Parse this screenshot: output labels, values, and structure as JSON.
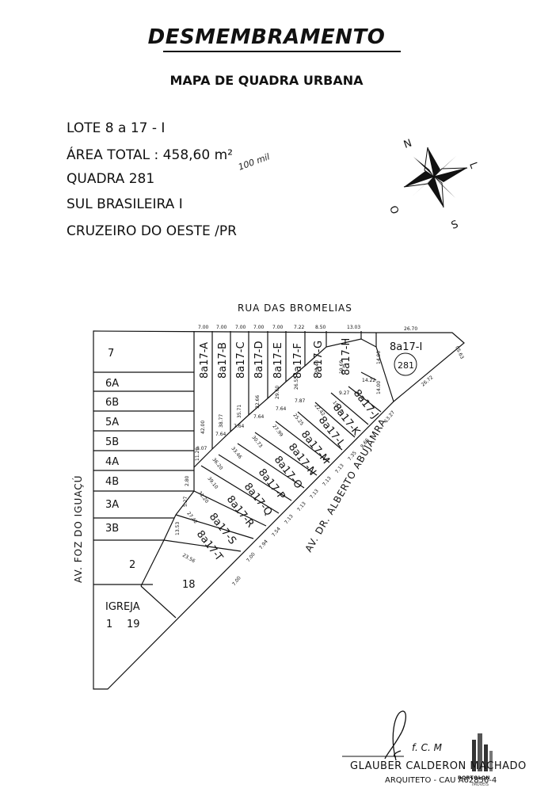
{
  "header": {
    "title": "DESMEMBRAMENTO",
    "subtitle": "MAPA DE QUADRA URBANA"
  },
  "info": {
    "lote": "LOTE  8  a 17 - I",
    "area": "ÁREA TOTAL :  458,60 m²",
    "quadra": "QUADRA 281",
    "bairro": "SUL BRASILEIRA I",
    "cidade": "CRUZEIRO DO OESTE /PR",
    "note": "100 mil"
  },
  "compass": {
    "n": "N",
    "l": "L",
    "s": "S",
    "o": "O"
  },
  "streets": {
    "top": "RUA DAS BROMELIAS",
    "left": "AV. FOZ DO IGUAÇÚ",
    "diagonal": "AV. DR. ALBERTO ABUJAMRA"
  },
  "lots_left": [
    "7",
    "6A",
    "6B",
    "5A",
    "5B",
    "4A",
    "4B",
    "3A",
    "3B",
    "2",
    "18"
  ],
  "igreja": {
    "label": "IGREJA",
    "n1": "1",
    "n2": "19"
  },
  "lots_vertical": [
    "8a17-A",
    "8a17-B",
    "8a17-C",
    "8a17-D",
    "8a17-E",
    "8a17-F",
    "8a17-G",
    "8a17-H"
  ],
  "lots_diagonal": [
    "8a17-J",
    "8a17-K",
    "8a17-L",
    "8a17-M",
    "8a17-N",
    "8a17-O",
    "8a17-P",
    "8a17-Q",
    "8a17-R",
    "8a17-S",
    "8a17-T"
  ],
  "lot_i": {
    "label": "8a17-I",
    "quadra": "281"
  },
  "dims_top": [
    "7.00",
    "7.00",
    "7.00",
    "7.00",
    "7.00",
    "7.22",
    "8.50",
    "13.03",
    "26.70"
  ],
  "dims_side": [
    "05.63",
    "26.72",
    "14.00",
    "14.00",
    "14.22",
    "19.69",
    "23.40",
    "26.55",
    "29.60",
    "32.66",
    "35.71",
    "38.77",
    "42.00"
  ],
  "dims_diag": [
    "13.27",
    "8.66",
    "7.35",
    "7.13",
    "7.13",
    "7.13",
    "7.13",
    "7.13",
    "7.54",
    "7.94",
    "7.00",
    "7.00"
  ],
  "dims_inner": [
    "9.27",
    "19.10",
    "22.42",
    "25.25",
    "27.99",
    "30.73",
    "33.46",
    "36.20",
    "39.10",
    "31.20",
    "27.42",
    "23.56",
    "13.53",
    "5.27",
    "2.80",
    "11.20",
    "8.07",
    "7.64",
    "7.64",
    "7.64",
    "7.64",
    "7.87"
  ],
  "signature": {
    "scrawl": "f. C. M",
    "name": "GLAUBER CALDERON MACHADO",
    "role": "ARQUITETO - CAU A62856-4",
    "logo": "BORTOLON",
    "logo_sub": "IMÓVEIS"
  }
}
